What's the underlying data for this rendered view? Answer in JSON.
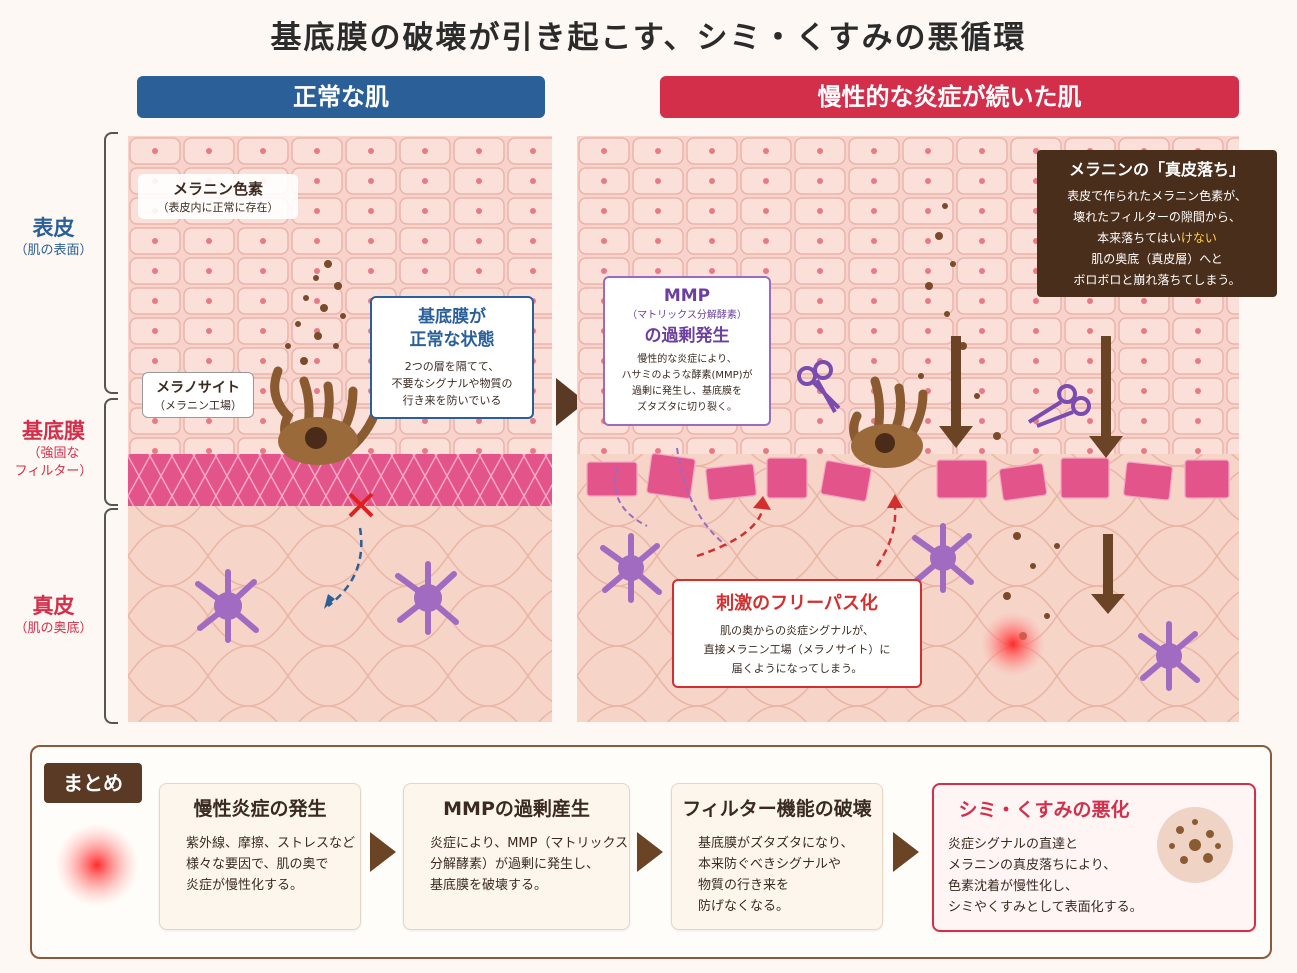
{
  "title": "基底膜の破壊が引き起こす、シミ・くすみの悪循環",
  "headers": {
    "normal": "正常な肌",
    "inflamed": "慢性的な炎症が続いた肌"
  },
  "layers": [
    {
      "main": "表皮",
      "sub": "（肌の表面）",
      "color": "#2a5f98"
    },
    {
      "main": "基底膜",
      "sub": "（強固な\nフィルター）",
      "color": "#d32f4b"
    },
    {
      "main": "真皮",
      "sub": "（肌の奥底）",
      "color": "#d32f4b"
    }
  ],
  "left_panel": {
    "melanin": {
      "title": "メラニン色素",
      "sub": "（表皮内に正常に存在）"
    },
    "melanocyte": {
      "title": "メラノサイト",
      "sub": "（メラニン工場）"
    },
    "basement": {
      "title": "基底膜が\n正常な状態",
      "body": "2つの層を隔てて、\n不要なシグナルや物質の\n行き来を防いでいる"
    }
  },
  "right_panel": {
    "mmp": {
      "title": "MMP",
      "sub": "（マトリックス分解酵素）",
      "title2": "の過剰発生",
      "body": "慢性的な炎症により、\nハサミのような酵素(MMP)が\n過剰に発生し、基底膜を\nズタズタに切り裂く。"
    },
    "drop": {
      "title": "メラニンの「真皮落ち」",
      "body1": "表皮で作られたメラニン色素が、\n壊れたフィルターの隙間から、\n本来落ちてはい",
      "highlight": "けない",
      "body2": "肌の奥底（真皮層）へと\nボロボロと崩れ落ちてしまう。"
    },
    "freepass": {
      "title": "刺激のフリーパス化",
      "body": "肌の奥からの炎症シグナルが、\n直接メラニン工場（メラノサイト）に\n届くようになってしまう。"
    }
  },
  "summary": {
    "label": "まとめ",
    "steps": [
      {
        "title": "慢性炎症の発生",
        "body": "紫外線、摩擦、ストレスなど\n様々な要因で、肌の奥で\n炎症が慢性化する。"
      },
      {
        "title": "MMPの過剰産生",
        "body": "炎症により、MMP（マトリックス\n分解酵素）が過剰に発生し、\n基底膜を破壊する。"
      },
      {
        "title": "フィルター機能の破壊",
        "body": "基底膜がズタズタになり、\n本来防ぐべきシグナルや\n物質の行き来を\n防げなくなる。"
      },
      {
        "title": "シミ・くすみの悪化",
        "body": "炎症シグナルの直達と\nメラニンの真皮落ちにより、\n色素沈着が慢性化し、\nシミやくすみとして表面化する。"
      }
    ]
  }
}
